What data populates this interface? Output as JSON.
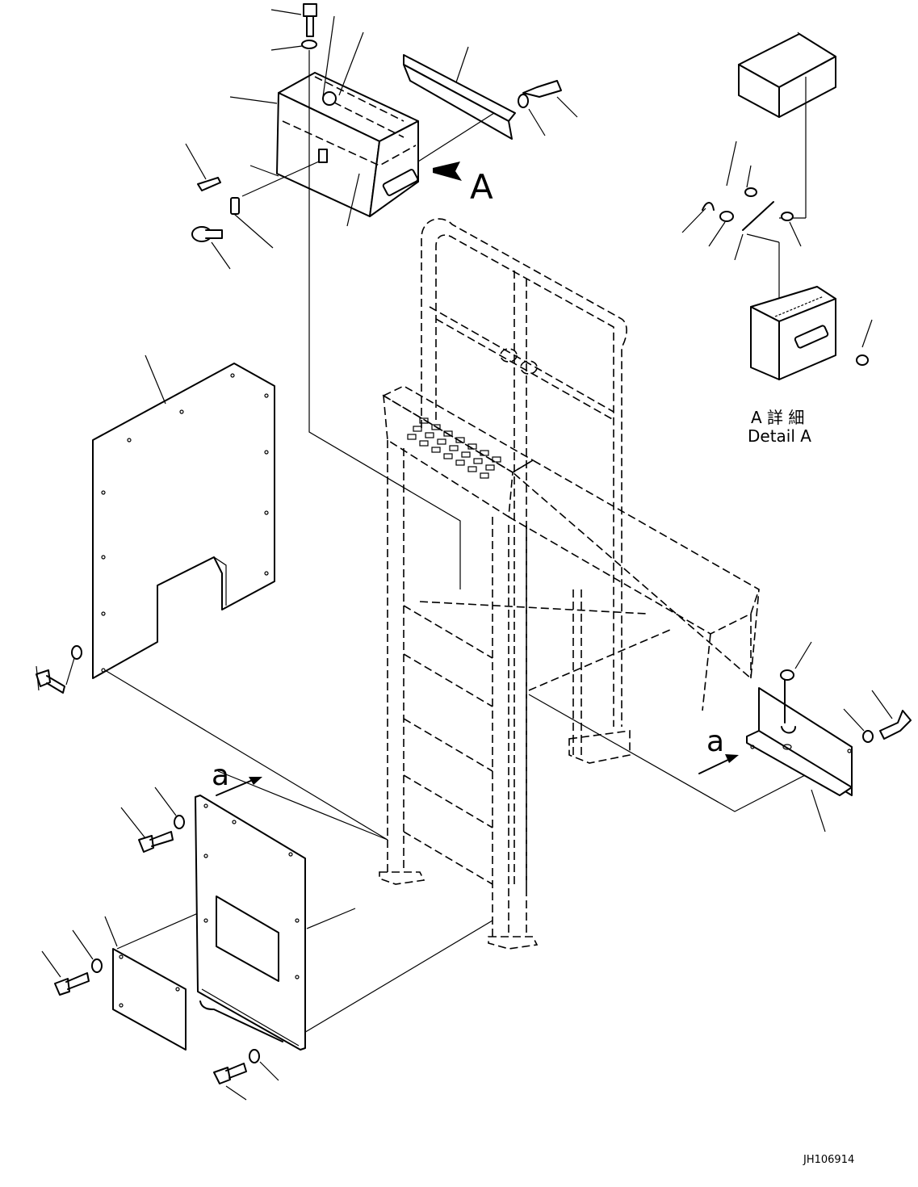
{
  "view_arrow_label": "A",
  "section_arrow_label": "a",
  "detail_label_jp": "A 詳 細",
  "detail_label_en": "Detail A",
  "drawing_number": "JH106914"
}
